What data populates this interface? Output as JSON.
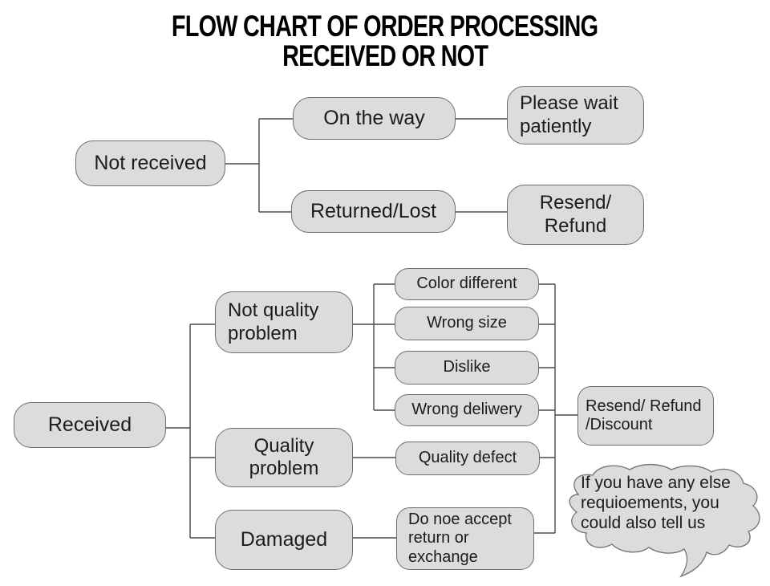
{
  "title": {
    "line1": "FLOW CHART OF ORDER PROCESSING",
    "line2": "RECEIVED OR NOT"
  },
  "palette": {
    "box_fill": "#dcdcdc",
    "box_border": "#6e6e6e",
    "connector": "#4a4a4a",
    "text": "#1c1c1c",
    "background": "#ffffff"
  },
  "not_received_branch": {
    "root": "Not received",
    "cases": [
      {
        "status": "On the way",
        "action": "Please wait patiently"
      },
      {
        "status": "Returned/Lost",
        "action": "Resend/ Refund"
      }
    ]
  },
  "received_branch": {
    "root": "Received",
    "categories": [
      {
        "label": "Not quality problem",
        "reasons": [
          "Color different",
          "Wrong size",
          "Dislike",
          "Wrong deliwery"
        ]
      },
      {
        "label": "Quality problem",
        "reasons": [
          "Quality defect"
        ]
      },
      {
        "label": "Damaged",
        "reasons": [
          "Do noe accept return or exchange"
        ]
      }
    ],
    "action": "Resend/ Refund /Discount"
  },
  "note_bubble": {
    "text": "If you have any else requioements, you could also tell us"
  }
}
